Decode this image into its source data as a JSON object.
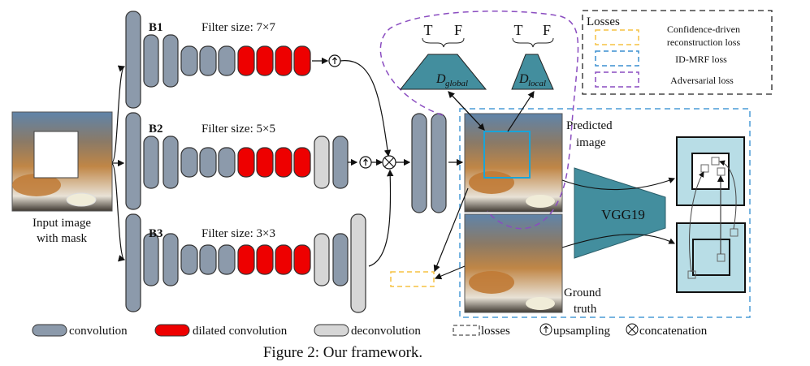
{
  "figure": {
    "caption": "Figure 2: Our framework.",
    "input_label_line1": "Input image",
    "input_label_line2": "with mask",
    "branches": [
      {
        "name": "B1",
        "filter_label": "Filter size: 7×7"
      },
      {
        "name": "B2",
        "filter_label": "Filter size: 5×5"
      },
      {
        "name": "B3",
        "filter_label": "Filter size: 3×3"
      }
    ],
    "discriminators": {
      "global": {
        "symbol": "D",
        "subscript": "global",
        "outputs": [
          "T",
          "F"
        ]
      },
      "local": {
        "symbol": "D",
        "subscript": "local",
        "outputs": [
          "T",
          "F"
        ]
      }
    },
    "predicted_label_line1": "Predicted",
    "predicted_label_line2": "image",
    "ground_truth_line1": "Ground",
    "ground_truth_line2": "truth",
    "vgg_label": "VGG19",
    "losses_box": {
      "title": "Losses",
      "items": [
        {
          "label_line1": "Confidence-driven",
          "label_line2": "reconstruction loss",
          "color": "#f5c242"
        },
        {
          "label_line1": "ID-MRF loss",
          "label_line2": "",
          "color": "#3a8fd0"
        },
        {
          "label_line1": "Adversarial loss",
          "label_line2": "",
          "color": "#8a4cc0"
        }
      ]
    },
    "legend": [
      {
        "label": "convolution",
        "color": "#8c9aab"
      },
      {
        "label": "dilated convolution",
        "color": "#ee0000"
      },
      {
        "label": "deconvolution",
        "color": "#d6d6d6"
      },
      {
        "label": "losses"
      },
      {
        "label": "upsampling"
      },
      {
        "label": "concatenation"
      }
    ],
    "colors": {
      "conv": "#8c9aab",
      "dilated": "#ee0000",
      "deconv": "#d6d6d6",
      "teal": "#438e9e",
      "mrf_box": "#b8dde6",
      "recon_loss": "#f5c242",
      "mrf_loss": "#3a8fd0",
      "adv_loss": "#8a4cc0"
    }
  }
}
